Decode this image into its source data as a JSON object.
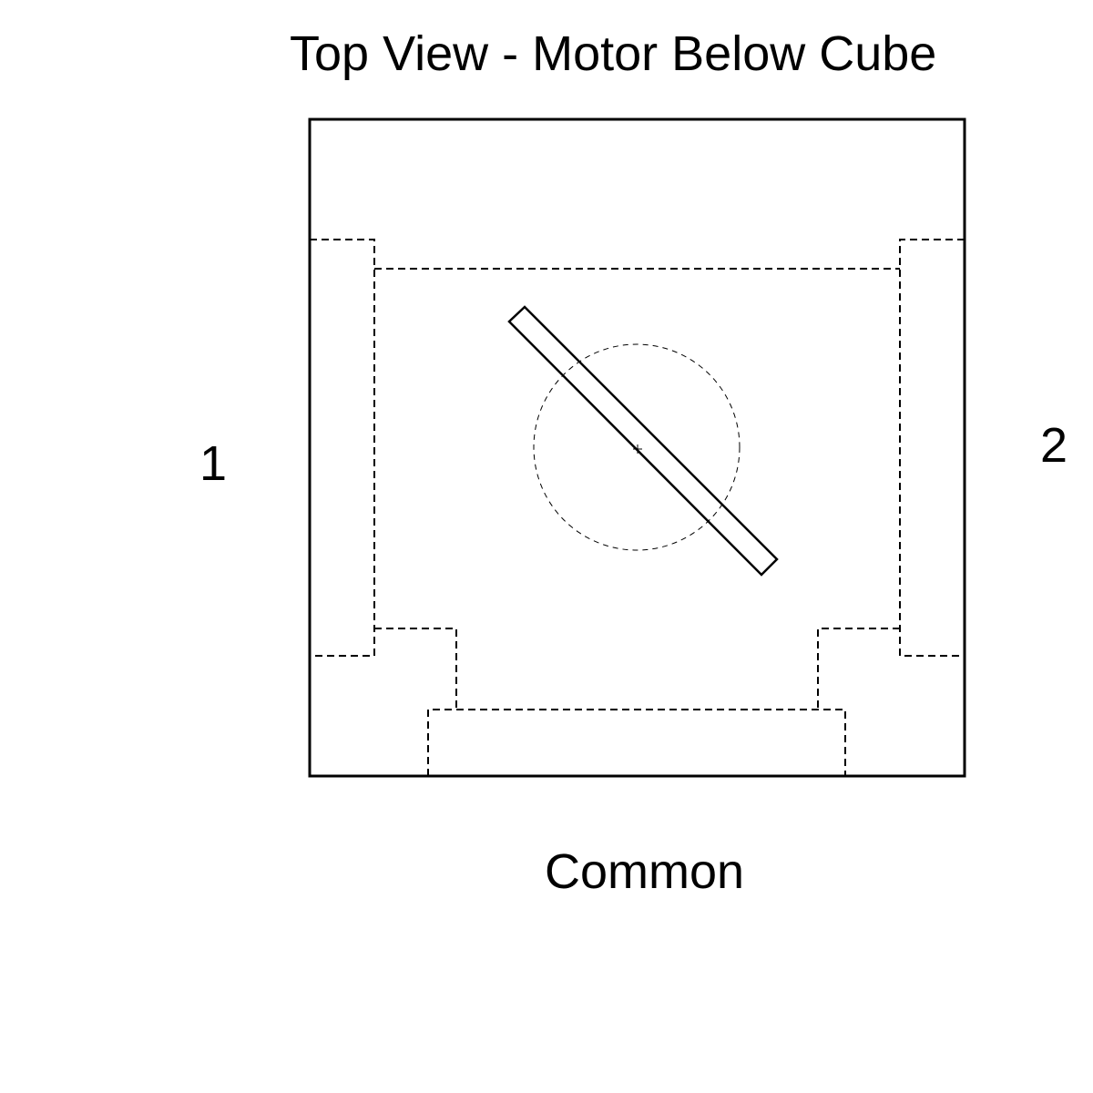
{
  "title": "Top View - Motor Below Cube",
  "labels": {
    "left": "1",
    "right": "2",
    "bottom": "Common"
  },
  "colors": {
    "stroke": "#000000",
    "background": "#ffffff"
  }
}
